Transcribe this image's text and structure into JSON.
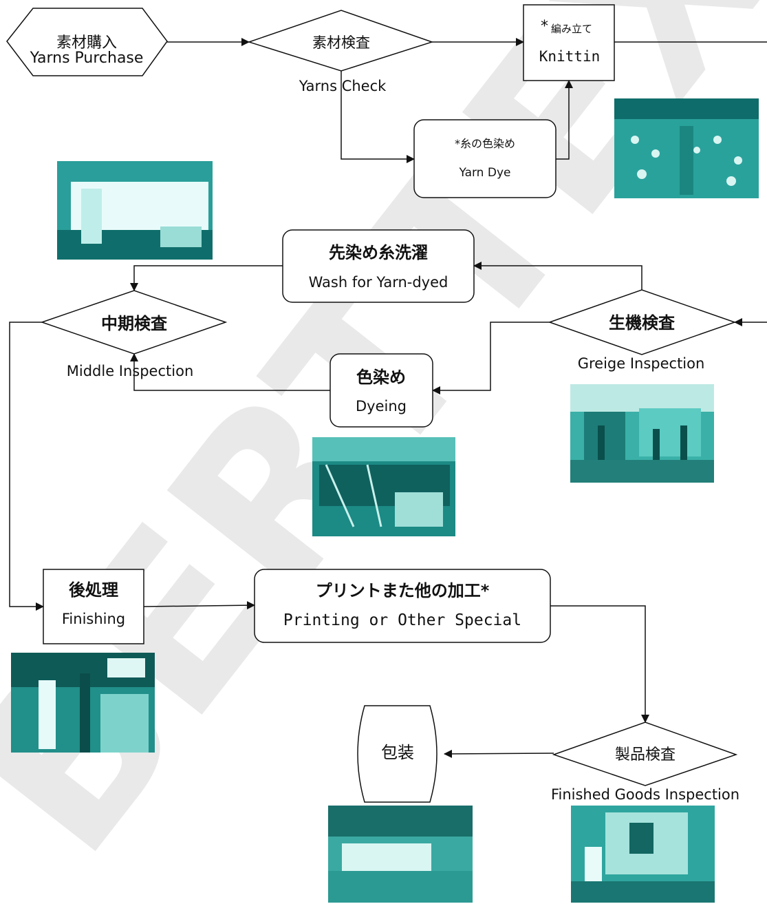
{
  "nodes": {
    "yarns_purchase": {
      "ja": "素材購入",
      "en": "Yarns Purchase"
    },
    "yarns_check": {
      "ja": "素材検査",
      "en": "Yarns Check"
    },
    "knitting": {
      "star": "*",
      "ja": "編み立て",
      "en": "Knittin"
    },
    "yarn_dye": {
      "ja": "*糸の色染め",
      "en": "Yarn Dye"
    },
    "wash": {
      "ja": "先染め糸洗濯",
      "en": "Wash for Yarn-dyed"
    },
    "middle_inspection": {
      "ja": "中期検査",
      "en": "Middle Inspection"
    },
    "greige_inspection": {
      "ja": "生機検査",
      "en": "Greige Inspection"
    },
    "dyeing": {
      "ja": "色染め",
      "en": "Dyeing"
    },
    "finishing": {
      "ja": "後処理",
      "en": "Finishing"
    },
    "printing": {
      "ja": "プリントまた他の加工*",
      "en": "Printing or Other Special"
    },
    "packing": {
      "ja": "包装"
    },
    "finished_inspection": {
      "ja": "製品検査",
      "en": "Finished Goods Inspection"
    }
  },
  "watermark": "BERTTEX",
  "colors": {
    "photo_tint": "#1a9a96",
    "line": "#111111",
    "watermark": "#e6e6e6"
  }
}
